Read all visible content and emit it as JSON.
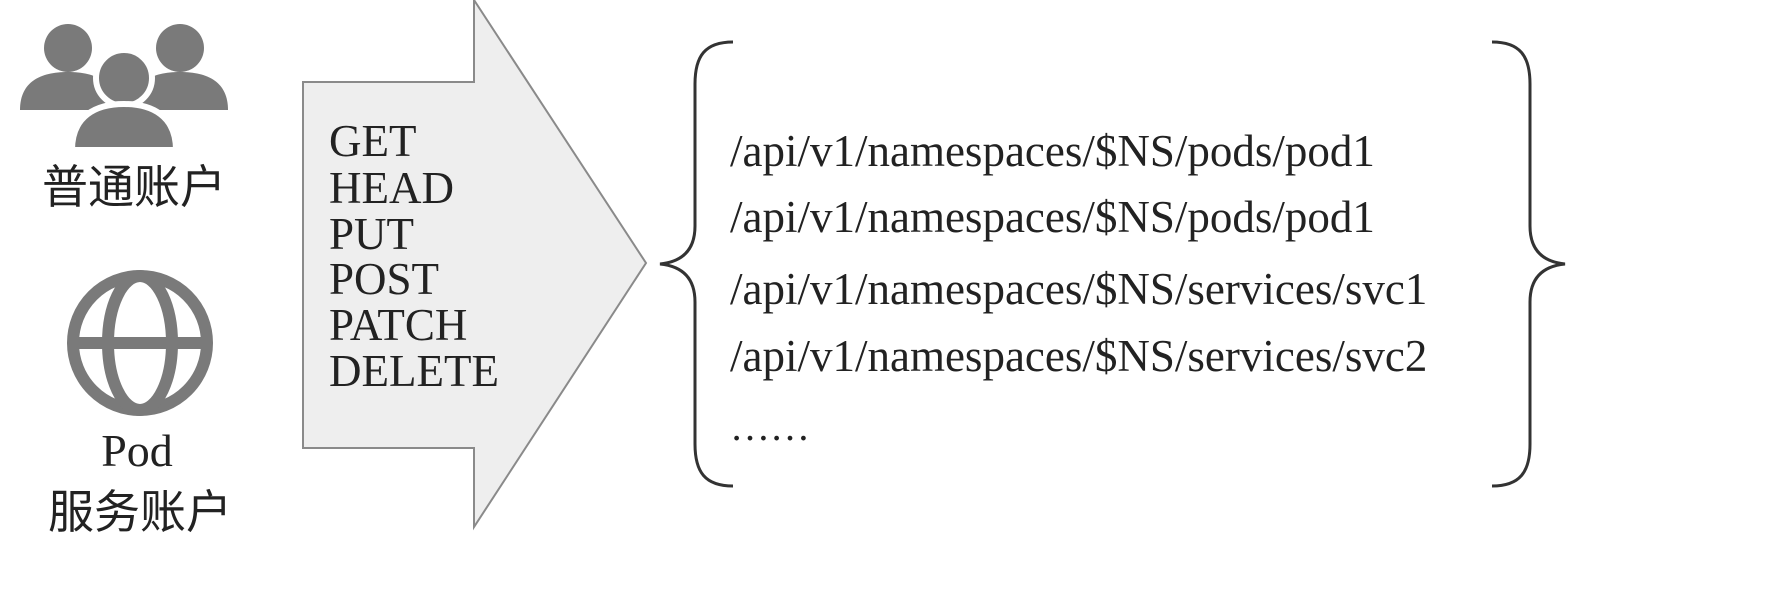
{
  "actors": {
    "user_accounts": {
      "label": "普通账户",
      "icon": "users-group-icon"
    },
    "pod_service_account": {
      "label_line1": "Pod",
      "label_line2": "服务账户",
      "icon": "globe-icon"
    }
  },
  "verbs": [
    "GET",
    "HEAD",
    "PUT",
    "POST",
    "PATCH",
    "DELETE"
  ],
  "resources": [
    "/api/v1/namespaces/$NS/pods/pod1",
    "/api/v1/namespaces/$NS/pods/pod1",
    "/api/v1/namespaces/$NS/services/svc1",
    "/api/v1/namespaces/$NS/services/svc2",
    "……"
  ],
  "colors": {
    "icon": "#7a7a7a",
    "arrow_fill": "#eeeeee",
    "arrow_stroke": "#8a8a8a",
    "brace": "#333333",
    "text": "#222222"
  }
}
